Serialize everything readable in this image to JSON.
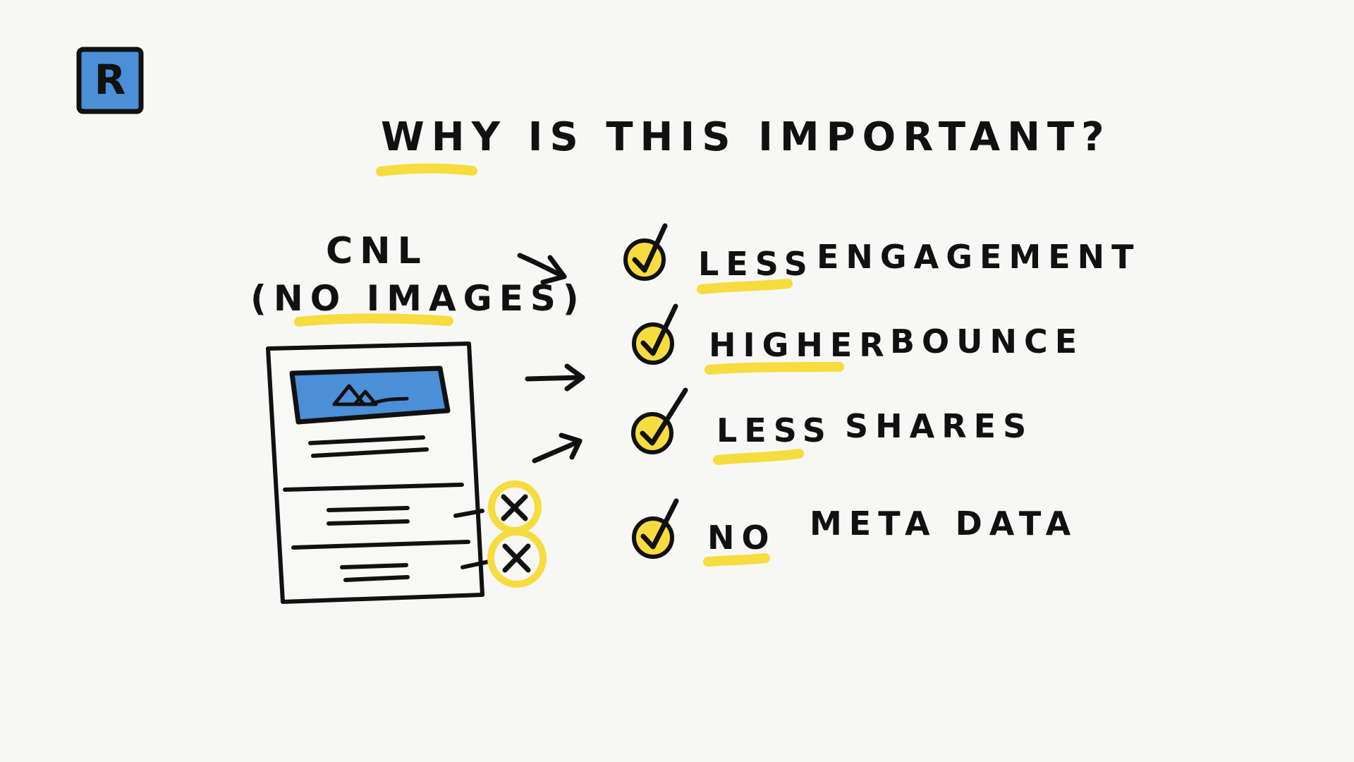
{
  "logo": {
    "letter": "R",
    "fill": "#4a8fd8",
    "stroke": "#111111"
  },
  "title": {
    "text": "WHY IS THIS IMPORTANT?",
    "highlight_word": "WHY"
  },
  "left": {
    "label_top": "CNL",
    "label_bottom": "(NO IMAGES)",
    "highlight_phrase": "IMAGES",
    "document_icon": "web-page-icon",
    "image_icon": "image-placeholder-icon",
    "missing_marks": [
      "x-icon",
      "x-icon"
    ]
  },
  "items": [
    {
      "prefix": "LESS",
      "rest": "ENGAGEMENT",
      "icon": "check-circle-icon"
    },
    {
      "prefix": "HIGHER",
      "rest": "BOUNCE",
      "icon": "check-circle-icon"
    },
    {
      "prefix": "LESS",
      "rest": "SHARES",
      "icon": "check-circle-icon"
    },
    {
      "prefix": "NO",
      "rest": "META DATA",
      "icon": "check-circle-icon"
    }
  ],
  "colors": {
    "ink": "#111111",
    "accent_yellow": "#f7dc3f",
    "accent_blue": "#4a8fd8",
    "background": "#f7f7f5"
  }
}
